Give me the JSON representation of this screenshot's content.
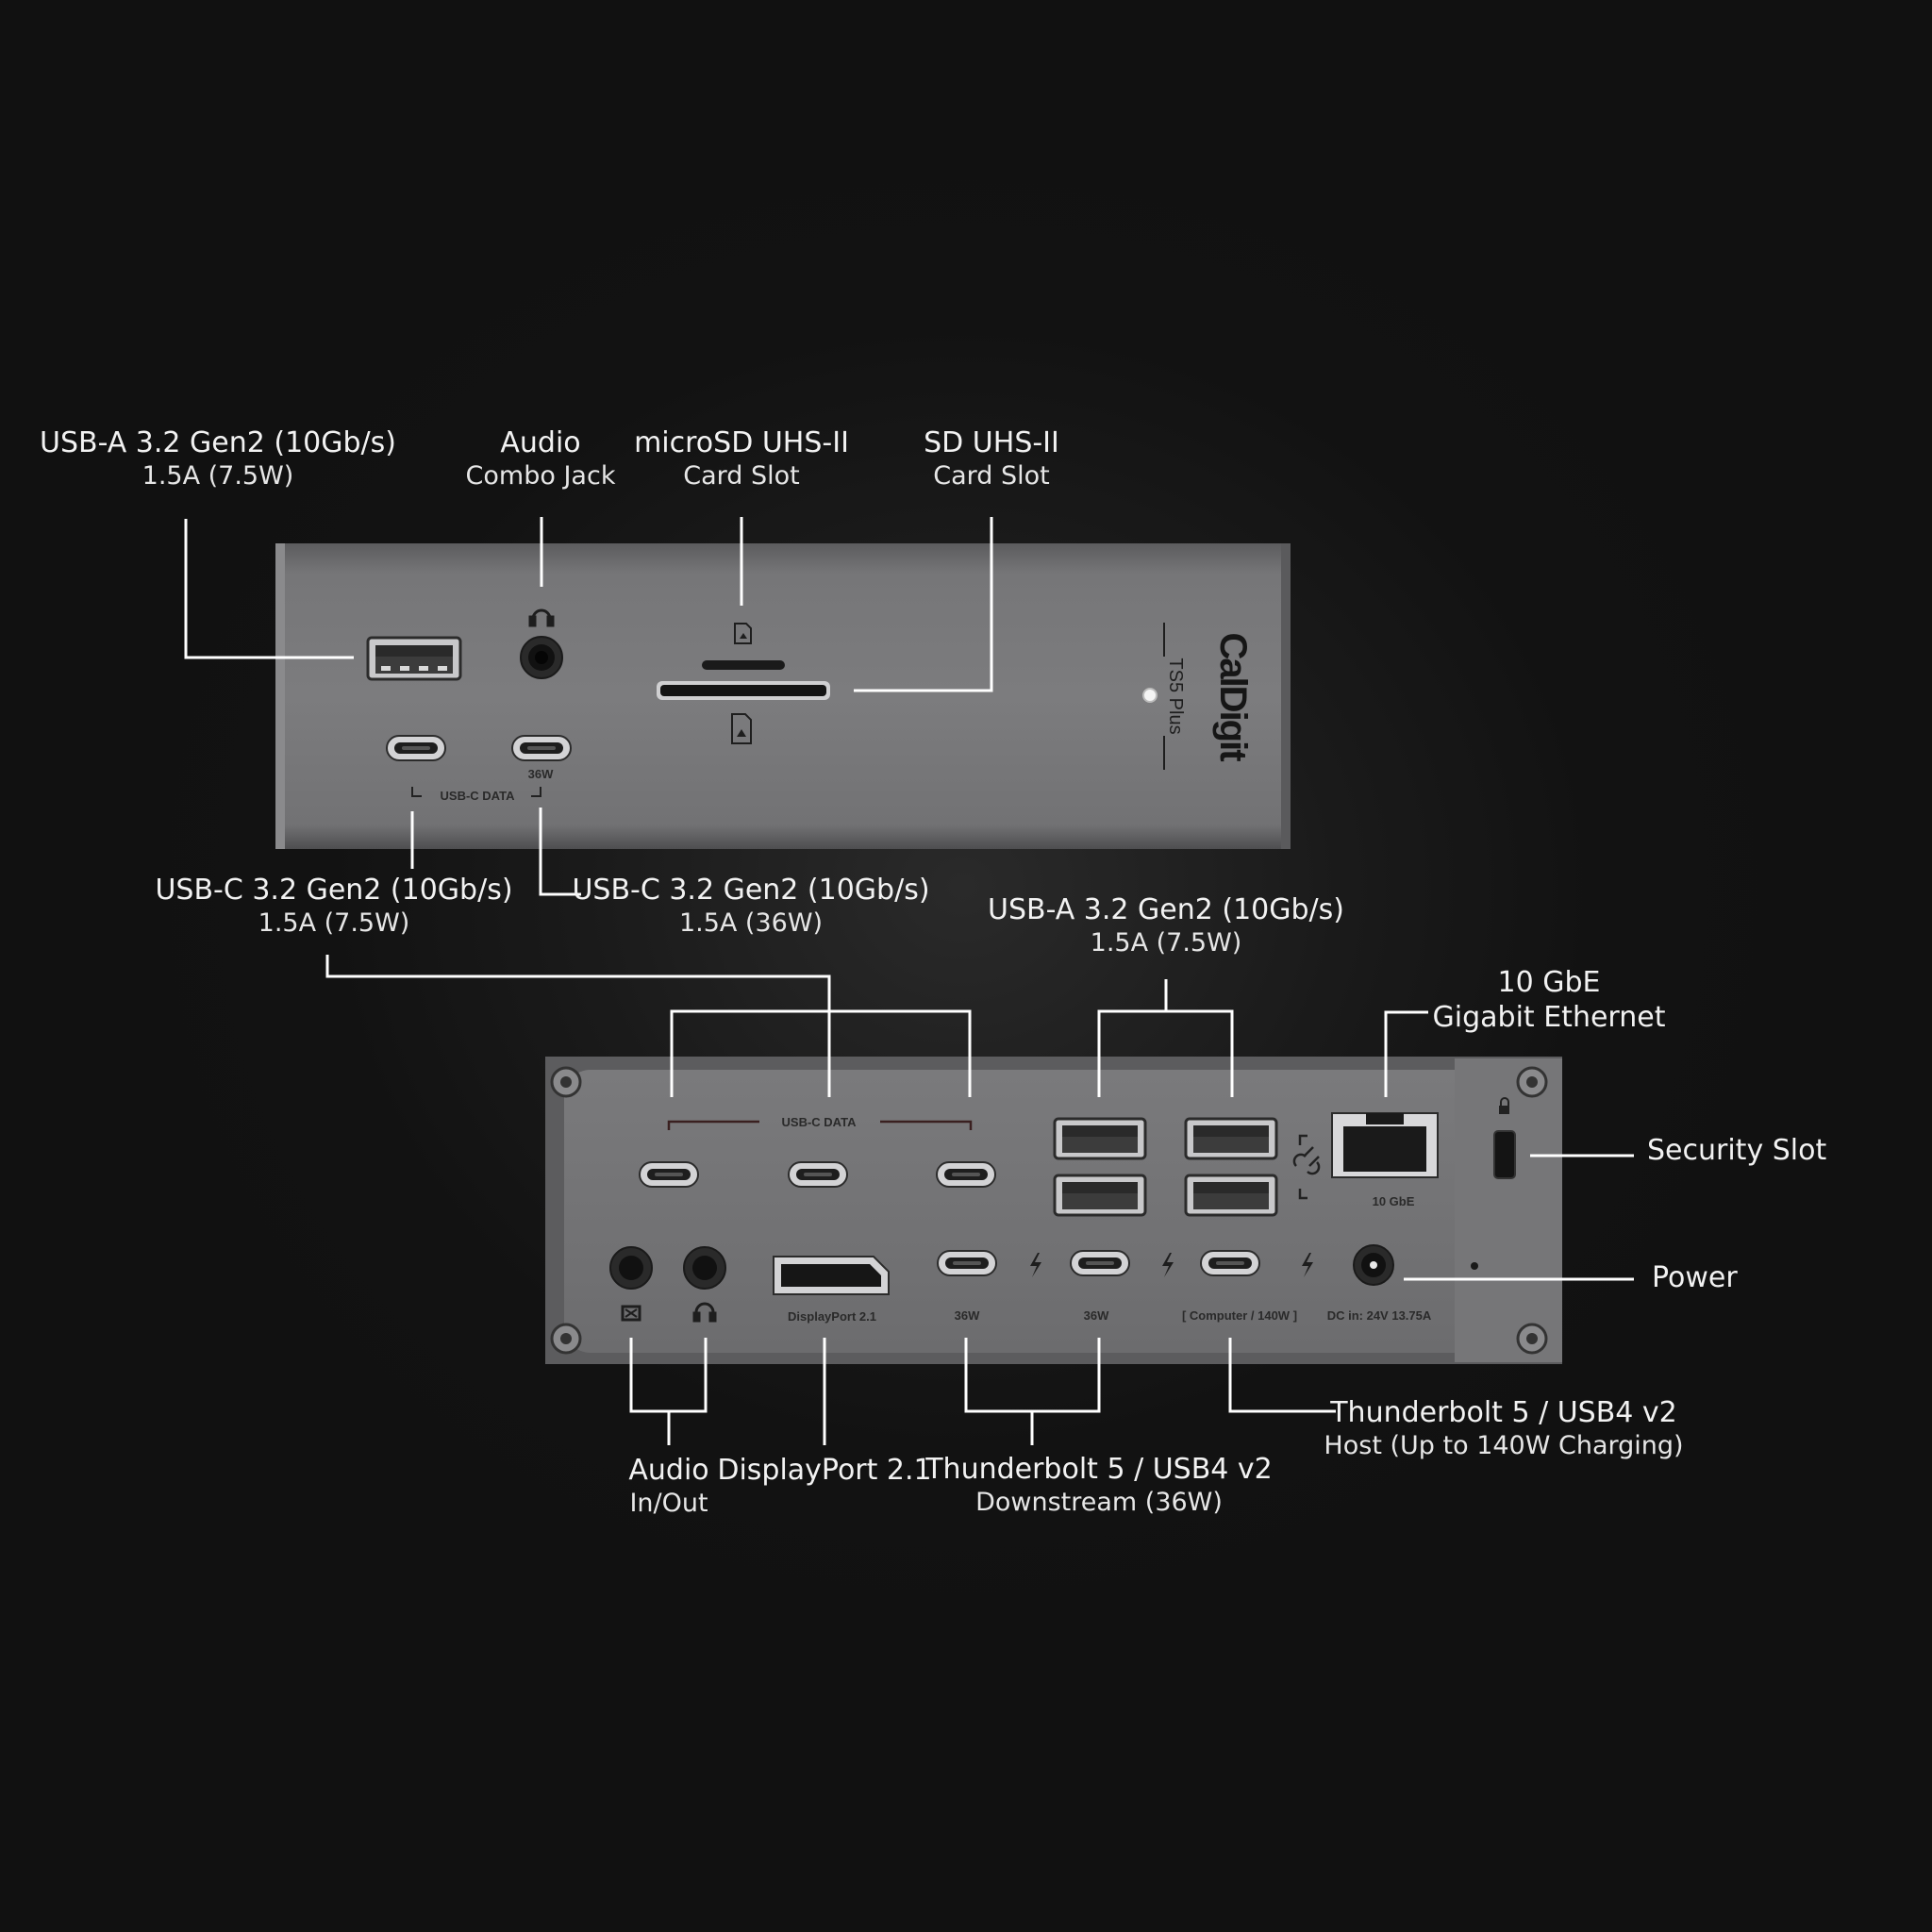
{
  "labels": {
    "front_usba": {
      "line1": "USB-A 3.2 Gen2 (10Gb/s)",
      "line2": "1.5A (7.5W)"
    },
    "front_audio": {
      "line1": "Audio",
      "line2": "Combo Jack"
    },
    "front_microsd": {
      "line1": "microSD UHS-II",
      "line2": "Card Slot"
    },
    "front_sd": {
      "line1": "SD UHS-II",
      "line2": "Card Slot"
    },
    "front_usbc_data": {
      "line1": "USB-C 3.2 Gen2 (10Gb/s)",
      "line2": "1.5A (7.5W)"
    },
    "front_usbc_36w": {
      "line1": "USB-C 3.2 Gen2 (10Gb/s)",
      "line2": "1.5A (36W)"
    },
    "rear_usba": {
      "line1": "USB-A 3.2 Gen2 (10Gb/s)",
      "line2": "1.5A (7.5W)"
    },
    "rear_ethernet": {
      "line1": "10 GbE",
      "line2": "Gigabit Ethernet"
    },
    "rear_security": {
      "line1": "Security Slot"
    },
    "rear_power": {
      "line1": "Power"
    },
    "rear_audio": {
      "line1": "Audio",
      "line2": "In/Out"
    },
    "rear_displayport": {
      "line1": "DisplayPort 2.1"
    },
    "rear_tb_downstream": {
      "line1": "Thunderbolt 5 / USB4 v2",
      "line2": "Downstream (36W)"
    },
    "rear_tb_host": {
      "line1": "Thunderbolt 5 / USB4 v2",
      "line2": "Host (Up to 140W Charging)"
    }
  },
  "device_text": {
    "brand": "CalDigit",
    "model": "TS5 Plus",
    "front_usbc_data": "USB-C DATA",
    "front_36w": "36W",
    "rear_usbc_data": "USB-C DATA",
    "rear_displayport": "DisplayPort 2.1",
    "rear_36w_a": "36W",
    "rear_36w_b": "36W",
    "rear_computer": "[ Computer / 140W ]",
    "rear_dc_in": "DC in: 24V 13.75A",
    "rear_10gbe": "10 GbE"
  },
  "colors": {
    "background": "#111111",
    "device_body": "#6e6e70",
    "leader_lines": "#ffffff",
    "label_text": "#f2f2f2"
  },
  "icons": [
    "headphone-icon",
    "microsd-icon",
    "sd-card-icon",
    "thunderbolt-icon",
    "lock-icon",
    "mic-speaker-icon",
    "power-led-icon"
  ]
}
